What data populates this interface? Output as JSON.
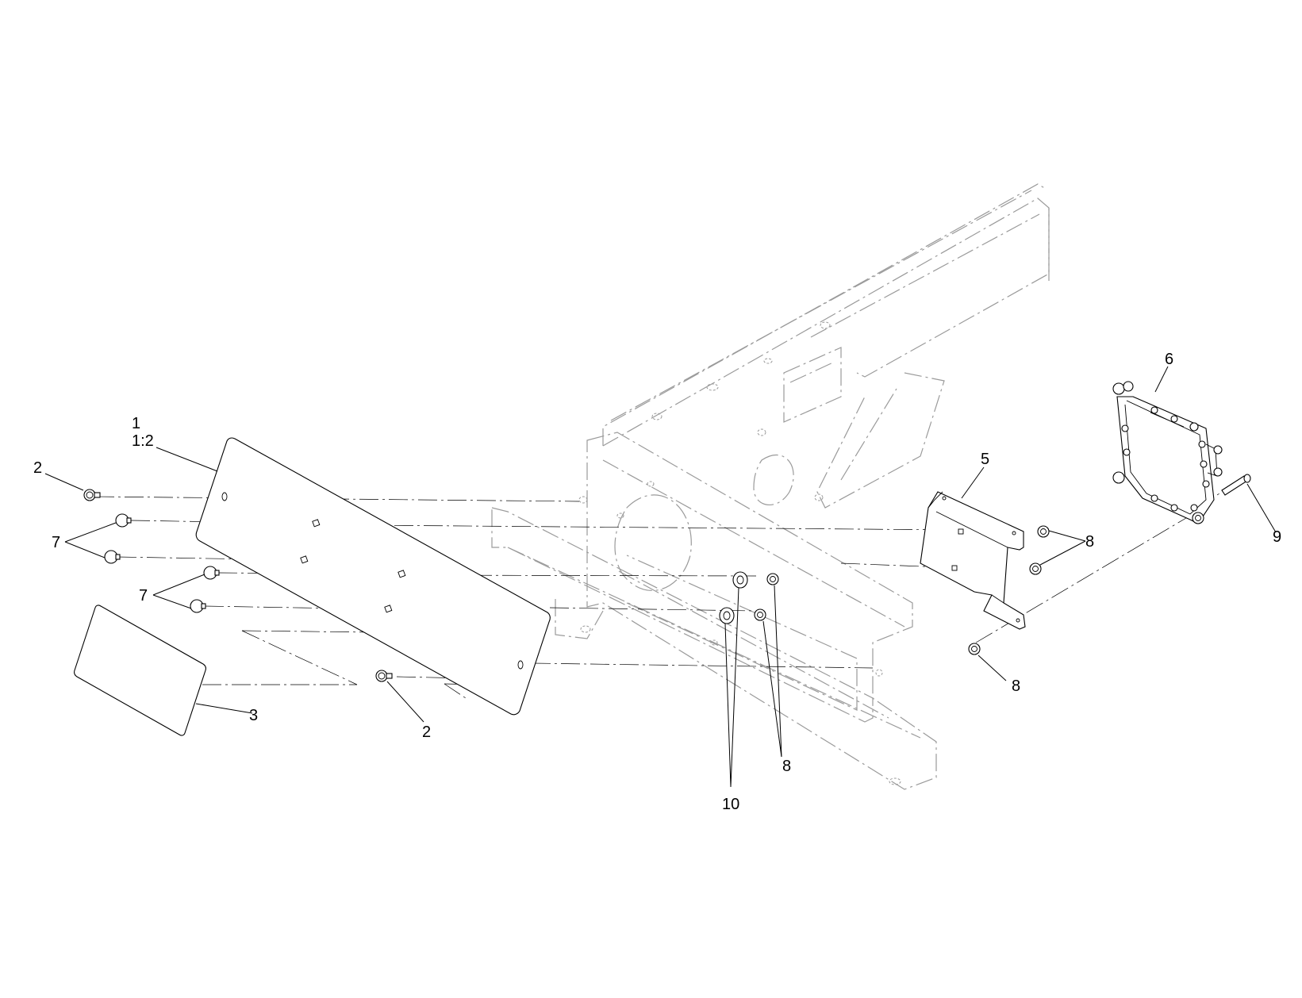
{
  "diagram": {
    "callouts": [
      {
        "id": "callout-1",
        "text": "1"
      },
      {
        "id": "callout-1-2",
        "text": "1:2"
      },
      {
        "id": "callout-2-top",
        "text": "2"
      },
      {
        "id": "callout-2-bottom",
        "text": "2"
      },
      {
        "id": "callout-3",
        "text": "3"
      },
      {
        "id": "callout-5",
        "text": "5"
      },
      {
        "id": "callout-6",
        "text": "6"
      },
      {
        "id": "callout-7-upper",
        "text": "7"
      },
      {
        "id": "callout-7-lower",
        "text": "7"
      },
      {
        "id": "callout-8-right",
        "text": "8"
      },
      {
        "id": "callout-8-bottom-right",
        "text": "8"
      },
      {
        "id": "callout-8-center",
        "text": "8"
      },
      {
        "id": "callout-9",
        "text": "9"
      },
      {
        "id": "callout-10",
        "text": "10"
      }
    ]
  }
}
